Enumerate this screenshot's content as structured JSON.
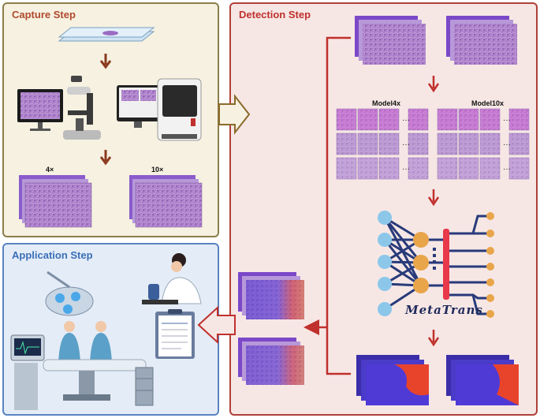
{
  "panels": {
    "capture": "Capture Step",
    "detection": "Detection Step",
    "application": "Application Step"
  },
  "labels": {
    "mag4": "4×",
    "mag10": "10×",
    "model4": "Model4x",
    "model10": "Model10x",
    "network": "MetaTrans"
  },
  "colors": {
    "capture_border": "#8b7e4a",
    "detection_border": "#b0403a",
    "application_border": "#5a83c2",
    "arrow": "#8b3a1e",
    "red_arrow": "#c0302c",
    "tissue": "#b48ad0",
    "network_node_blue": "#8cc7ea",
    "network_node_orange": "#e9a54a",
    "network_line": "#283a7a",
    "heatmap_blue": "#3a2bd0",
    "heatmap_red": "#e8442c"
  }
}
